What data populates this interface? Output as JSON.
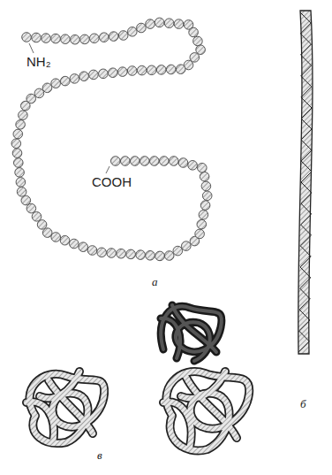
{
  "diagram": {
    "labels": [
      "NH₂",
      "COOH",
      "а",
      "б",
      "в"
    ]
  }
}
